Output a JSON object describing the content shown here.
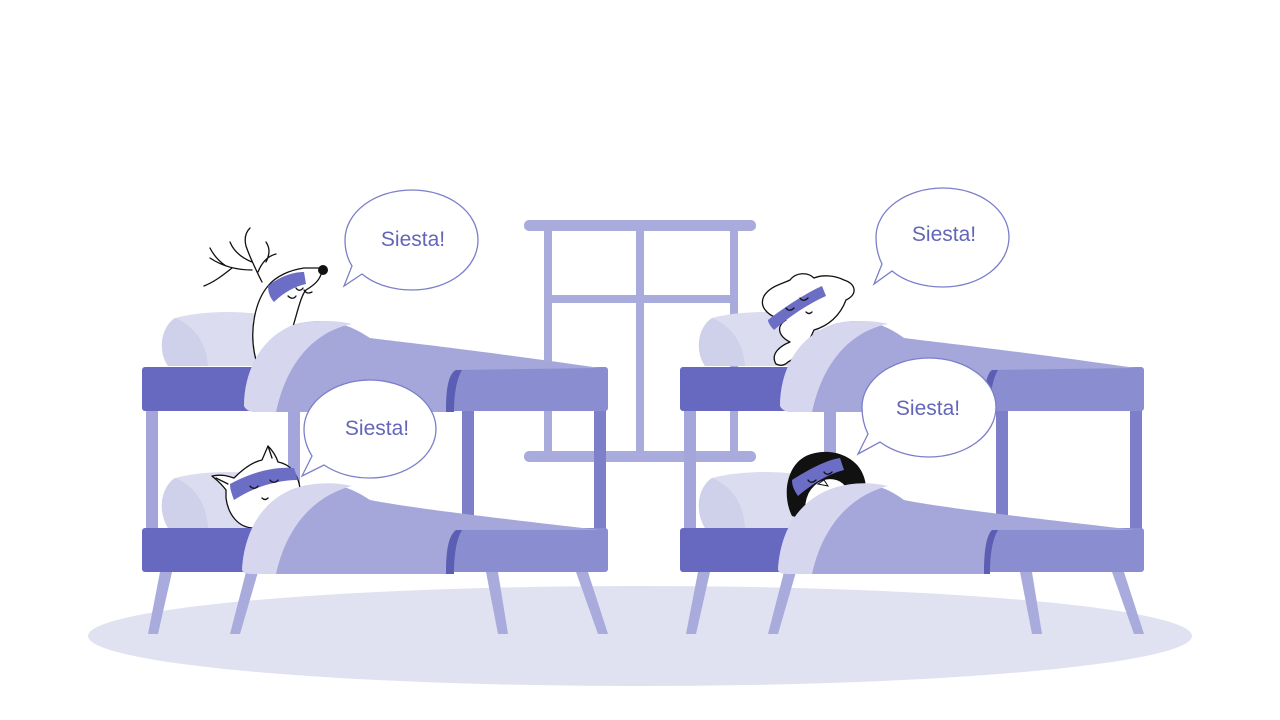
{
  "speech_bubbles": [
    {
      "text": "Siesta!"
    },
    {
      "text": "Siesta!"
    },
    {
      "text": "Siesta!"
    },
    {
      "text": "Siesta!"
    }
  ],
  "colors": {
    "floor": "#e0e1f1",
    "frame_dark": "#6669bf",
    "frame_mid": "#8a8dcf",
    "frame_light": "#a4a6db",
    "leg": "#a9abdc",
    "blanket": "#a5a7db",
    "blanket_fold": "#d6d7ef",
    "pillow": "#dcdcf0",
    "mask": "#6b6ec4",
    "window": "#a9abdc",
    "bubble_stroke": "#7b7fc9",
    "text": "#6366b8"
  },
  "icons": [
    "deer-icon",
    "cat-icon",
    "sheep-icon",
    "penguin-icon",
    "bunk-bed-icon",
    "window-icon"
  ]
}
